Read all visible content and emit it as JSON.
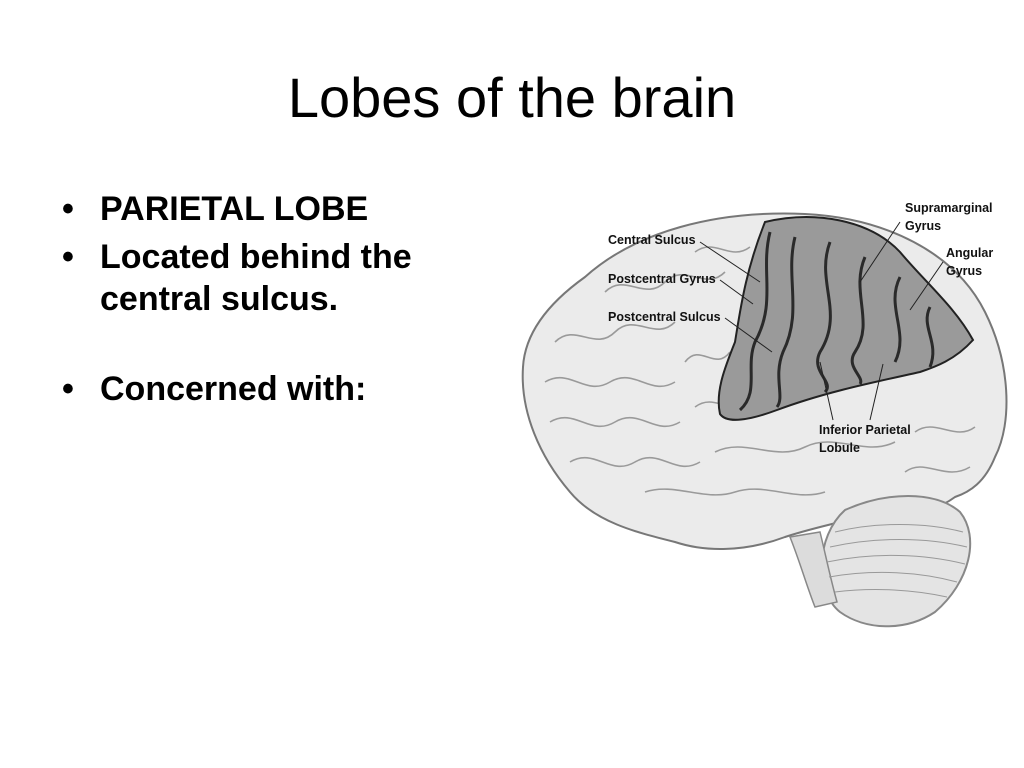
{
  "slide": {
    "title": "Lobes of the brain",
    "bullets": [
      "PARIETAL LOBE",
      "Located behind the central sulcus.",
      "Concerned with:"
    ]
  },
  "figure": {
    "labels": {
      "central_sulcus": "Central Sulcus",
      "postcentral_gyrus": "Postcentral Gyrus",
      "postcentral_sulcus": "Postcentral Sulcus",
      "supramarginal_1": "Supramarginal",
      "supramarginal_2": "Gyrus",
      "angular_1": "Angular",
      "angular_2": "Gyrus",
      "inferior_1": "Inferior Parietal",
      "inferior_2": "Lobule"
    },
    "colors": {
      "brain_fill": "#ebebeb",
      "parietal_fill": "#9a9a9a",
      "outline": "#777777"
    }
  }
}
